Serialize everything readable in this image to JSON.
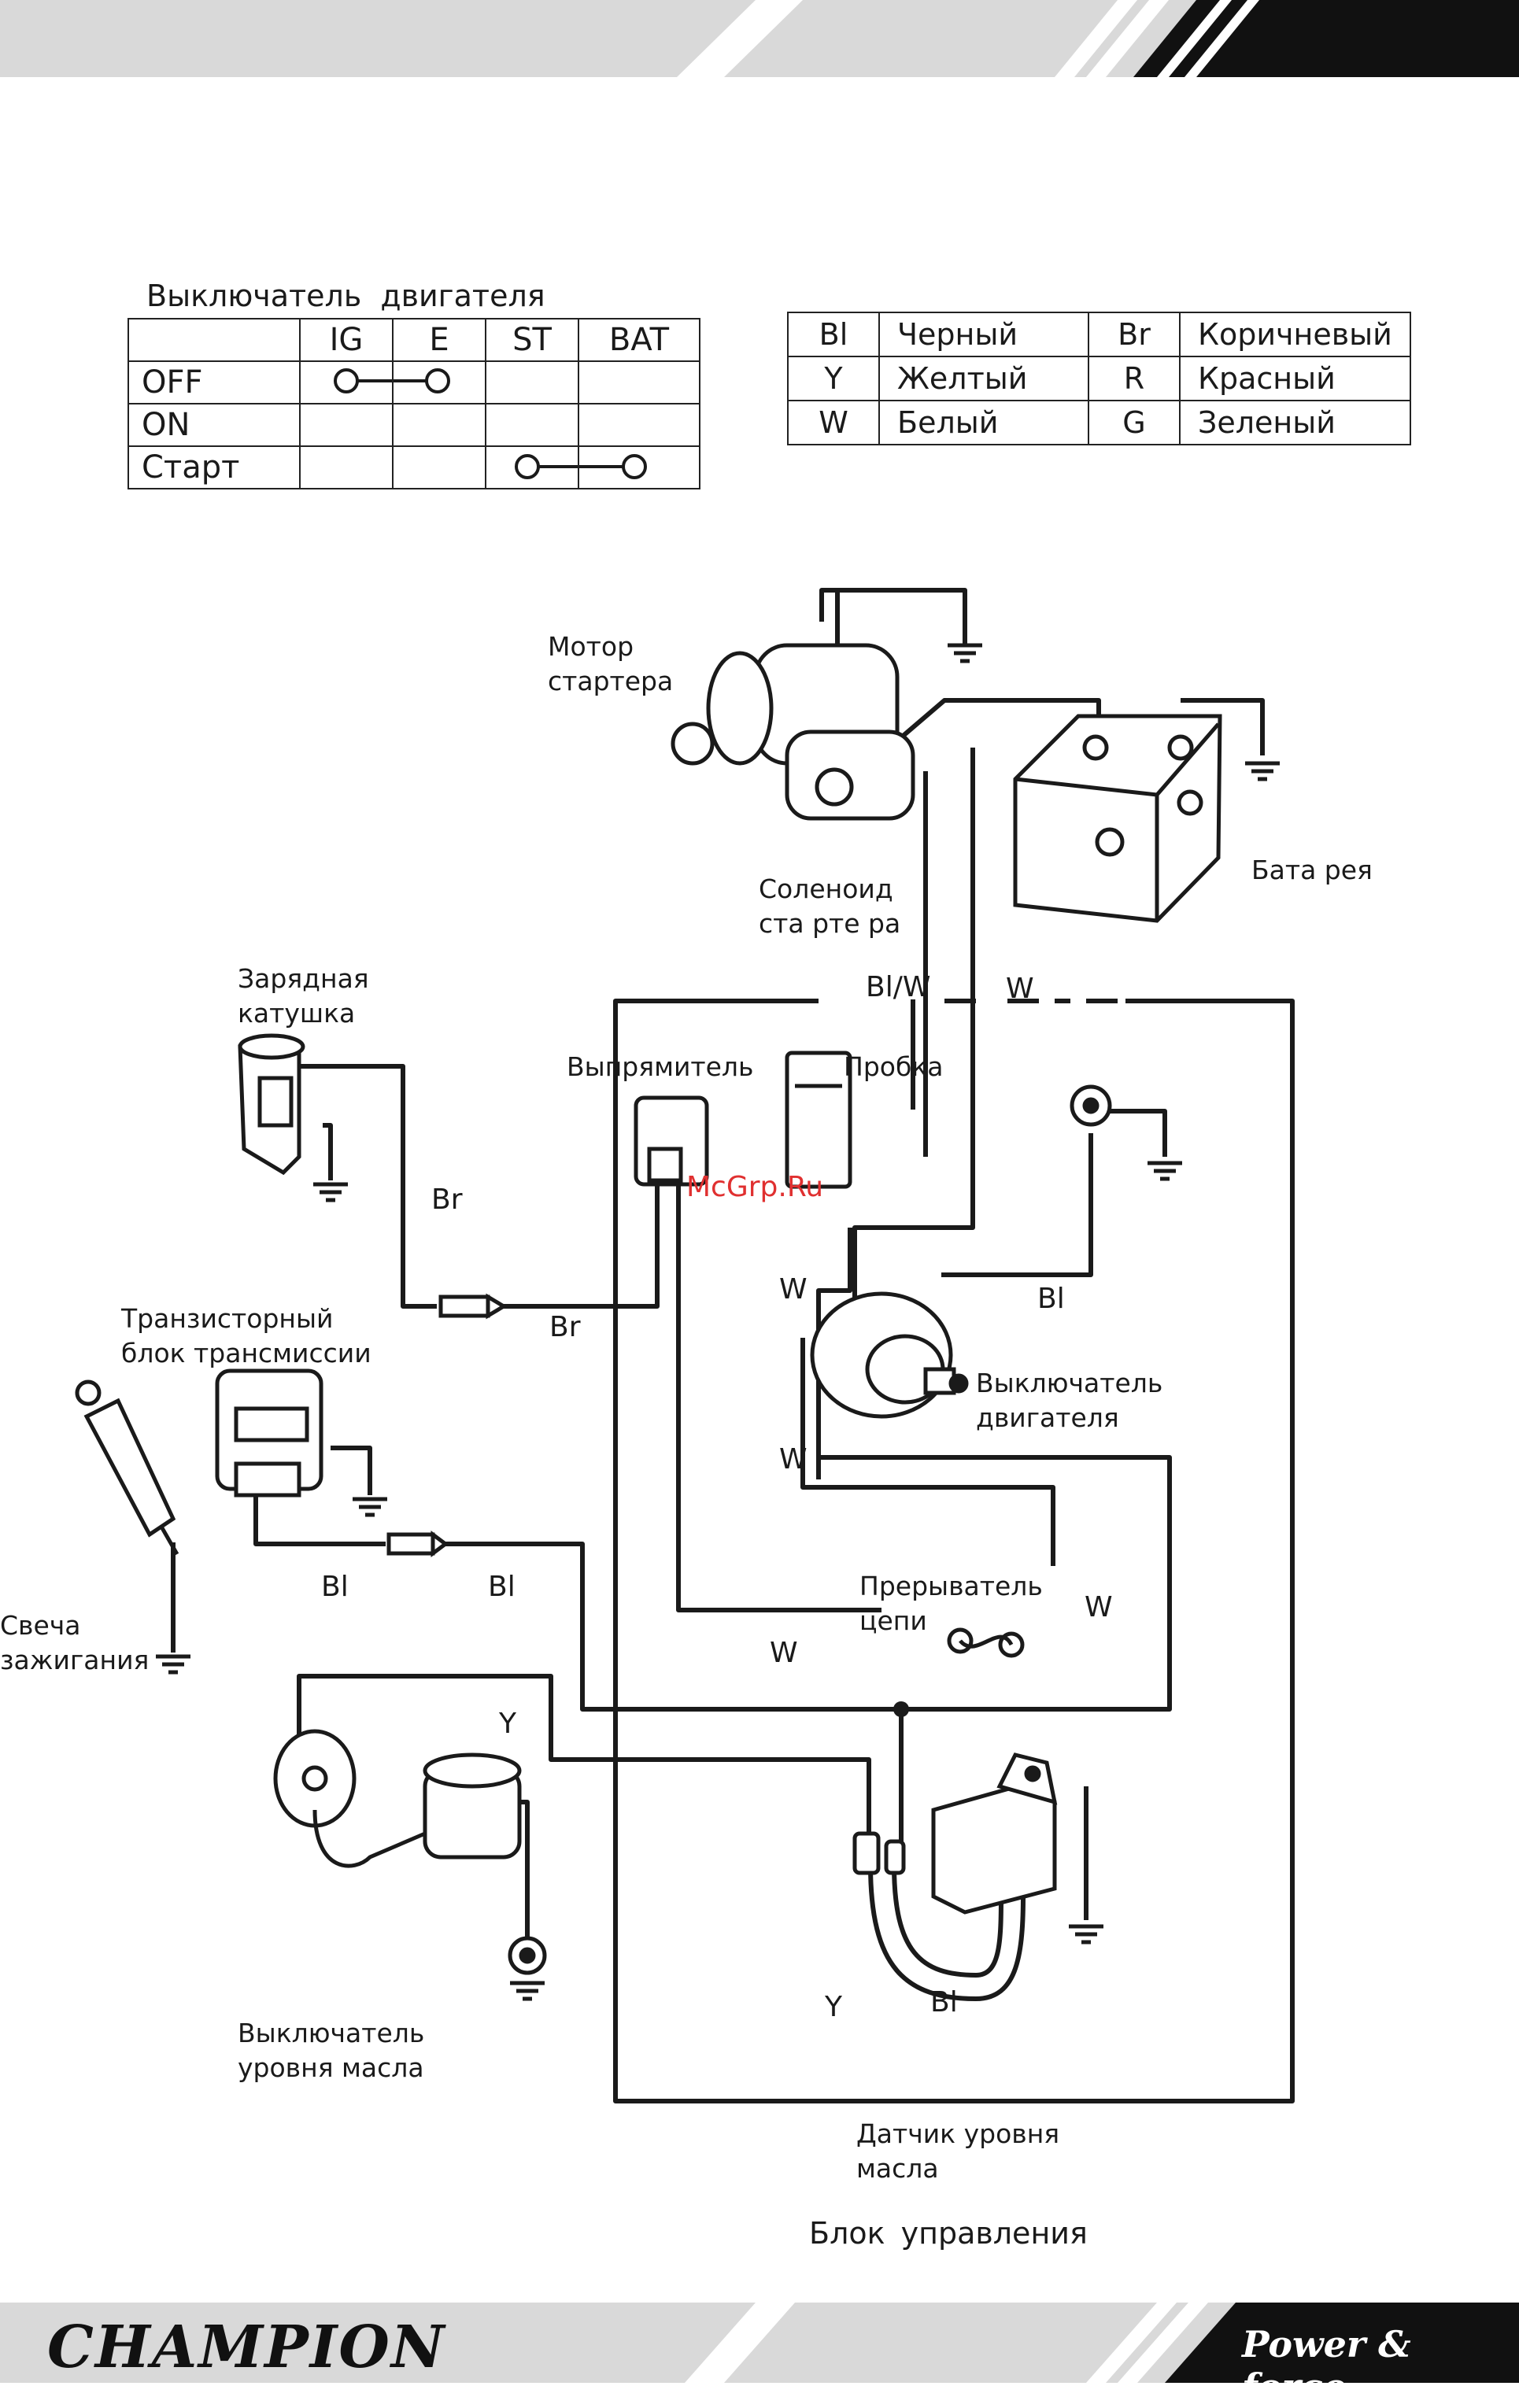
{
  "switch_table": {
    "title": "Выключатель двигателя",
    "headers": [
      "",
      "IG",
      "E",
      "ST",
      "BAT"
    ],
    "rows": [
      "OFF",
      "ON",
      "Старт"
    ]
  },
  "color_legend": [
    {
      "code": "Bl",
      "name": "Черный",
      "code2": "Br",
      "name2": "Коричневый"
    },
    {
      "code": "Y",
      "name": "Желтый",
      "code2": "R",
      "name2": "Красный"
    },
    {
      "code": "W",
      "name": "Белый",
      "code2": "G",
      "name2": "Зеленый"
    }
  ],
  "components": {
    "starter_motor": "Мотор стартера",
    "starter_solenoid": "Соленоид ста ртe ра",
    "battery": "Бата рея",
    "charging_coil": "Зарядная катушка",
    "rectifier": "Выпрямитель",
    "fuse": "Пробка",
    "transistor_unit": "Транзисторный блок трансмиссии",
    "engine_switch": "Выключатель двигателя",
    "spark_plug": "Свеча зажигания",
    "circuit_breaker": "Прерыватель цепи",
    "oil_level_switch": "Выключатель уровня масла",
    "oil_level_sensor": "Датчик уровня масла",
    "control_unit": "Блок управления"
  },
  "wire_codes": {
    "blw": "Bl/W",
    "w_top": "W",
    "br1": "Br",
    "br2": "Br",
    "w1": "W",
    "bl1": "Bl",
    "w2": "W",
    "bl2": "Bl",
    "bl3": "Bl",
    "w3": "W",
    "w4": "W",
    "y1": "Y",
    "y2": "Y",
    "bl4": "Bl"
  },
  "watermark": "McGrp.Ru",
  "brand": "CHAMPION",
  "slogan": "Power & force"
}
